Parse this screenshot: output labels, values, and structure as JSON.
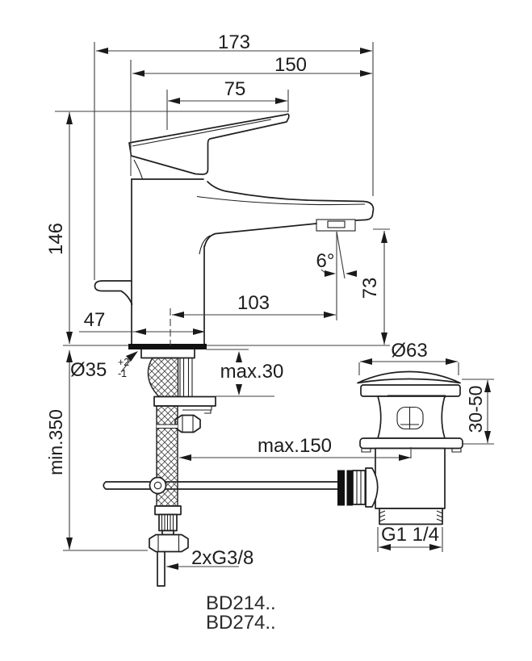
{
  "drawing": {
    "dims": {
      "total_depth": "173",
      "spout_depth": "150",
      "handle_length": "75",
      "body_height": "146",
      "spout_reach": "103",
      "base_depth": "47",
      "spray_angle": "6°",
      "outlet_height": "73",
      "hole_dia": "Ø35",
      "hole_tol_plus": "+2",
      "hole_tol_minus": "-1",
      "max_deck": "max.30",
      "min_hose": "min.350",
      "max_rod": "max.150",
      "waste_dia": "Ø63",
      "clamp_range": "30-50",
      "waste_thread": "G1 1/4",
      "supply_thread": "2xG3/8"
    },
    "codes": {
      "line1": "BD214..",
      "line2": "BD274.."
    }
  }
}
